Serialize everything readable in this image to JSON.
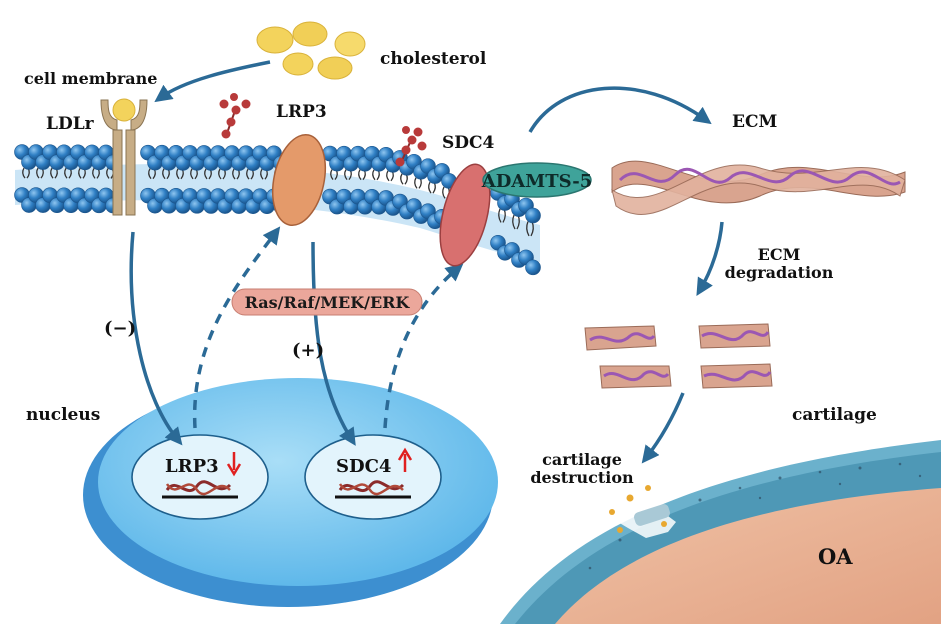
{
  "labels": {
    "cholesterol": "cholesterol",
    "cell_membrane": "cell membrane",
    "ldlr": "LDLr",
    "lrp3": "LRP3",
    "sdc4": "SDC4",
    "adamts5": "ADAMTS-5",
    "ecm": "ECM",
    "ecm_degradation_line1": "ECM",
    "ecm_degradation_line2": "degradation",
    "pathway": "Ras/Raf/MEK/ERK",
    "negative": "(−)",
    "positive": "(+)",
    "nucleus": "nucleus",
    "gene_lrp3": "LRP3",
    "gene_sdc4": "SDC4",
    "cartilage": "cartilage",
    "cartilage_destruction_line1": "cartilage",
    "cartilage_destruction_line2": "destruction",
    "oa": "OA"
  },
  "colors": {
    "arrow": "#2b6a96",
    "lipid_head": "#2f7fc4",
    "nucleus": "#7fcbf0",
    "nucleus_edge": "#3d8fd0",
    "ldlr": "#c7ad86",
    "lrp3": "#e49a6a",
    "sdc4": "#d8706f",
    "adamts5": "#3fa39a",
    "pathway_pill": "#eba79b",
    "ecm_ribbon": "#d9a48f",
    "ecm_strand": "#9b57b3",
    "cholesterol": "#f3d35c",
    "down_arrow": "#e02020",
    "cartilage_layer": "#4e98b6",
    "bone": "#e9b596"
  },
  "icons": [
    "cholesterol-icon",
    "ldl-receptor-icon",
    "lrp3-protein-icon",
    "sdc4-protein-icon",
    "glycan-chain-icon",
    "dna-icon",
    "ecm-fiber-icon"
  ]
}
